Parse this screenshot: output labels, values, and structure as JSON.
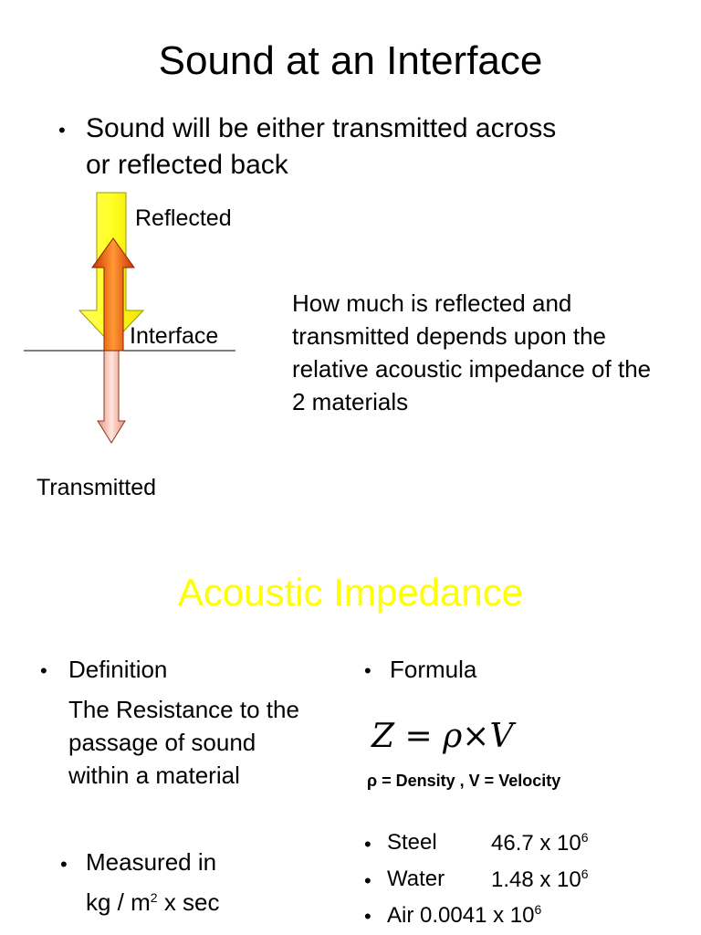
{
  "slide1": {
    "title": "Sound at an Interface",
    "bullet": "•",
    "bullet_line1": "Sound will be either transmitted across",
    "bullet_line2": "or reflected back",
    "label_reflected": "Reflected",
    "label_interface": "Interface",
    "label_transmitted": "Transmitted",
    "explanation": "How much is reflected and transmitted depends upon the relative acoustic impedance of the 2 materials"
  },
  "slide2": {
    "title": "Acoustic Impedance",
    "title_color": "#ffff00",
    "bullet": "•",
    "definition_label": "Definition",
    "definition_line1": "The Resistance to the",
    "definition_line2": "passage of sound",
    "definition_line3": "within a material",
    "measured_label": "Measured in",
    "unit_base": "kg / m",
    "unit_exp": "2",
    "unit_tail": " x sec",
    "formula_label": "Formula",
    "formula_z": "Z",
    "formula_eq": "=",
    "formula_rho": "ρ",
    "formula_times": "×",
    "formula_v": "V",
    "formula_legend": "ρ = Density , V = Velocity",
    "materials": [
      {
        "name": "Steel",
        "value": "46.7 x 10",
        "exp": "6"
      },
      {
        "name": "Water",
        "value": "1.48 x 10",
        "exp": "6"
      },
      {
        "name": "Air",
        "value": "0.0041 x 10",
        "exp": "6"
      }
    ]
  },
  "colors": {
    "reflected_arrow": "#ffff33",
    "incident_arrow_top": "#ff9900",
    "incident_arrow_bottom": "#cc3300",
    "transmitted_arrow": "#f4b3a0"
  }
}
